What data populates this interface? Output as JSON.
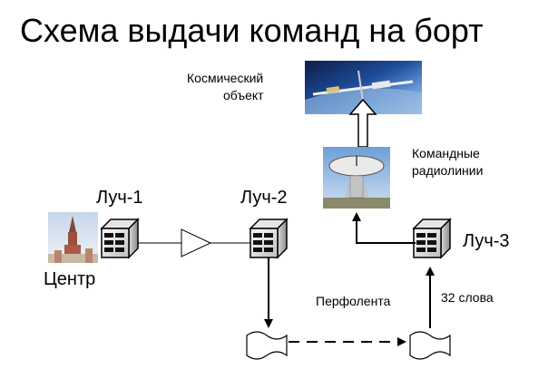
{
  "title": "Схема выдачи команд на борт",
  "nodes": {
    "center": "Центр",
    "luch1": "Луч-1",
    "luch2": "Луч-2",
    "luch3": "Луч-3"
  },
  "labels": {
    "space_object_line1": "Космический",
    "space_object_line2": "объект",
    "command_radio_line1": "Командные",
    "command_radio_line2": "радиолинии",
    "punched_tape": "Перфолента",
    "words_count": "32 слова"
  },
  "icons": [
    "server-icon",
    "kremlin-tower-image",
    "satellite-photo",
    "radio-dish-photo",
    "amplifier-triangle-icon",
    "punched-tape-icon"
  ]
}
